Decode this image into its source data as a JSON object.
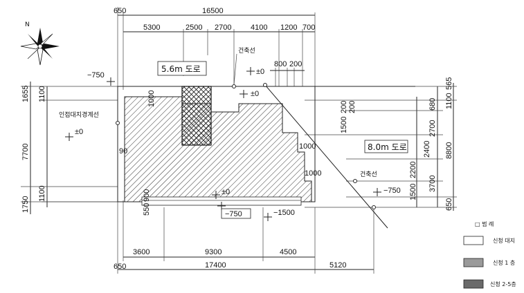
{
  "north": {
    "label": "N"
  },
  "top_dims": {
    "total": "16500",
    "left_offset": "650",
    "segments": [
      "5300",
      "2500",
      "2700",
      "4100",
      "1200",
      "700"
    ],
    "small": [
      "800",
      "200"
    ]
  },
  "bottom_dims": {
    "segments": [
      "3600",
      "9300",
      "4500"
    ],
    "total": "17400",
    "left_offset": "650",
    "right_extra": "5120"
  },
  "left_dims": {
    "outer": [
      "1655",
      "7700",
      "1750"
    ],
    "inner": [
      "1100",
      "1100"
    ]
  },
  "right_dims": {
    "col1": [
      "200",
      "1500",
      "2400",
      "2200",
      "1500"
    ],
    "col2": [
      "200",
      "680",
      "2700",
      "3700"
    ],
    "col3": [
      "565",
      "1100",
      "8800",
      "650"
    ]
  },
  "interior_dims": {
    "d1000a": "1000",
    "d1000b": "1000",
    "d1000c": "1000",
    "d90": "90",
    "d900": "900",
    "d550": "550"
  },
  "levels": {
    "m750_left": "−750",
    "pm0_road": "±0",
    "pm0_site": "±0",
    "pm0_left": "±0",
    "pm0_bottom": "±0",
    "m750_bottom": "−750",
    "m1500": "−1500",
    "m750_right": "−750"
  },
  "labels": {
    "building_line_top": "건축선",
    "building_line_right": "건축선",
    "boundary": "인접대지경계선",
    "road_top": "5.6m 도로",
    "road_right": "8.0m 도로"
  },
  "legend": {
    "title": "□ 범 례",
    "items": [
      {
        "label": "신청 대지",
        "fill": "#ffffff"
      },
      {
        "label": "신청 1 층",
        "fill": "#9a9a9a"
      },
      {
        "label": "신청 2-5층",
        "fill": "#6a6a6a"
      }
    ]
  }
}
